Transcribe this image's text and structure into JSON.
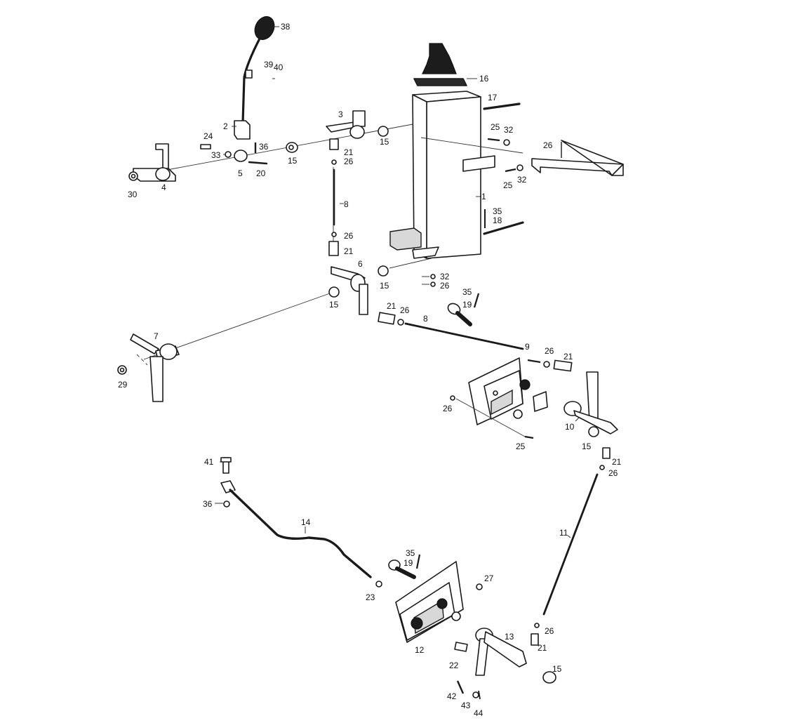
{
  "labels": {
    "p38": "38",
    "p39": "39",
    "p40": "40",
    "p16": "16",
    "p17": "17",
    "p2": "2",
    "p24": "24",
    "p36a": "36",
    "p33": "33",
    "p5": "5",
    "p20": "20",
    "p15a": "15",
    "p3": "3",
    "p21a": "21",
    "p26a": "26",
    "p15b": "15",
    "p25a": "25",
    "p32a": "32",
    "p26b": "26",
    "p25b": "25",
    "p32b": "32",
    "p30": "30",
    "p4": "4",
    "p8a": "8",
    "p1": "1",
    "p35a": "35",
    "p18": "18",
    "p26c": "26",
    "p21b": "21",
    "p6": "6",
    "p15c": "15",
    "p32c": "32",
    "p26d": "26",
    "p15d": "15",
    "p35b": "35",
    "p19a": "19",
    "p21c": "21",
    "p26e": "26",
    "p8b": "8",
    "p7": "7",
    "p29": "29",
    "p9": "9",
    "p26f": "26",
    "p21d": "21",
    "p26g": "26",
    "p10": "10",
    "p25c": "25",
    "p15e": "15",
    "p21e": "21",
    "p26h": "26",
    "p41": "41",
    "p36b": "36",
    "p14": "14",
    "p11": "11",
    "p35c": "35",
    "p19b": "19",
    "p27": "27",
    "p23": "23",
    "p13": "13",
    "p26i": "26",
    "p21f": "21",
    "p12": "12",
    "p22": "22",
    "p15f": "15",
    "p42": "42",
    "p43": "43",
    "p44": "44"
  }
}
